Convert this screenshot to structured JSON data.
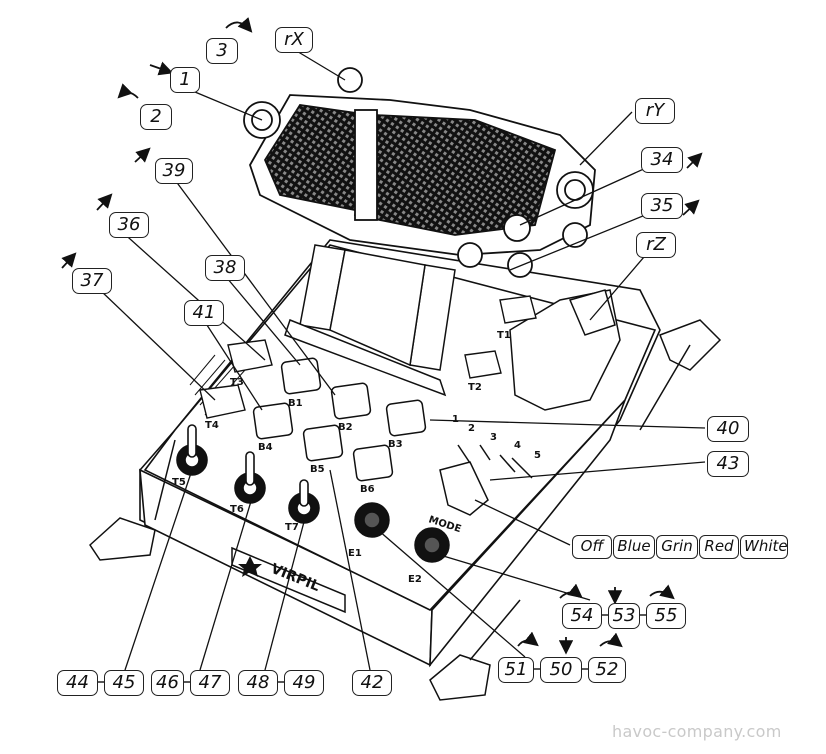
{
  "callouts": [
    {
      "id": "c3",
      "text": "3"
    },
    {
      "id": "crx",
      "text": "rX"
    },
    {
      "id": "c1",
      "text": "1"
    },
    {
      "id": "c2",
      "text": "2"
    },
    {
      "id": "cry",
      "text": "rY"
    },
    {
      "id": "c39",
      "text": "39"
    },
    {
      "id": "c34",
      "text": "34"
    },
    {
      "id": "c35",
      "text": "35"
    },
    {
      "id": "c36",
      "text": "36"
    },
    {
      "id": "crz",
      "text": "rZ"
    },
    {
      "id": "c38",
      "text": "38"
    },
    {
      "id": "c37",
      "text": "37"
    },
    {
      "id": "c41",
      "text": "41"
    },
    {
      "id": "c40",
      "text": "40"
    },
    {
      "id": "c43",
      "text": "43"
    },
    {
      "id": "c54",
      "text": "54"
    },
    {
      "id": "c53",
      "text": "53"
    },
    {
      "id": "c55",
      "text": "55"
    },
    {
      "id": "c51",
      "text": "51"
    },
    {
      "id": "c50",
      "text": "50"
    },
    {
      "id": "c52",
      "text": "52"
    },
    {
      "id": "c44",
      "text": "44"
    },
    {
      "id": "c45",
      "text": "45"
    },
    {
      "id": "c46",
      "text": "46"
    },
    {
      "id": "c47",
      "text": "47"
    },
    {
      "id": "c48",
      "text": "48"
    },
    {
      "id": "c49",
      "text": "49"
    },
    {
      "id": "c42",
      "text": "42"
    }
  ],
  "modes": [
    "Off",
    "Blue",
    "Grin",
    "Red",
    "White"
  ],
  "panel_labels": {
    "t1": "T1",
    "t2": "T2",
    "t3": "T3",
    "t4": "T4",
    "t5": "T5",
    "t6": "T6",
    "t7": "T7",
    "b1": "B1",
    "b2": "B2",
    "b3": "B3",
    "b4": "B4",
    "b5": "B5",
    "b6": "B6",
    "e1": "E1",
    "e2": "E2",
    "mode": "MODE",
    "pos1": "1",
    "pos2": "2",
    "pos3": "3",
    "pos4": "4",
    "pos5": "5"
  },
  "brand": {
    "logo_text": "VIRPIL"
  },
  "watermark": "havoc-company.com"
}
